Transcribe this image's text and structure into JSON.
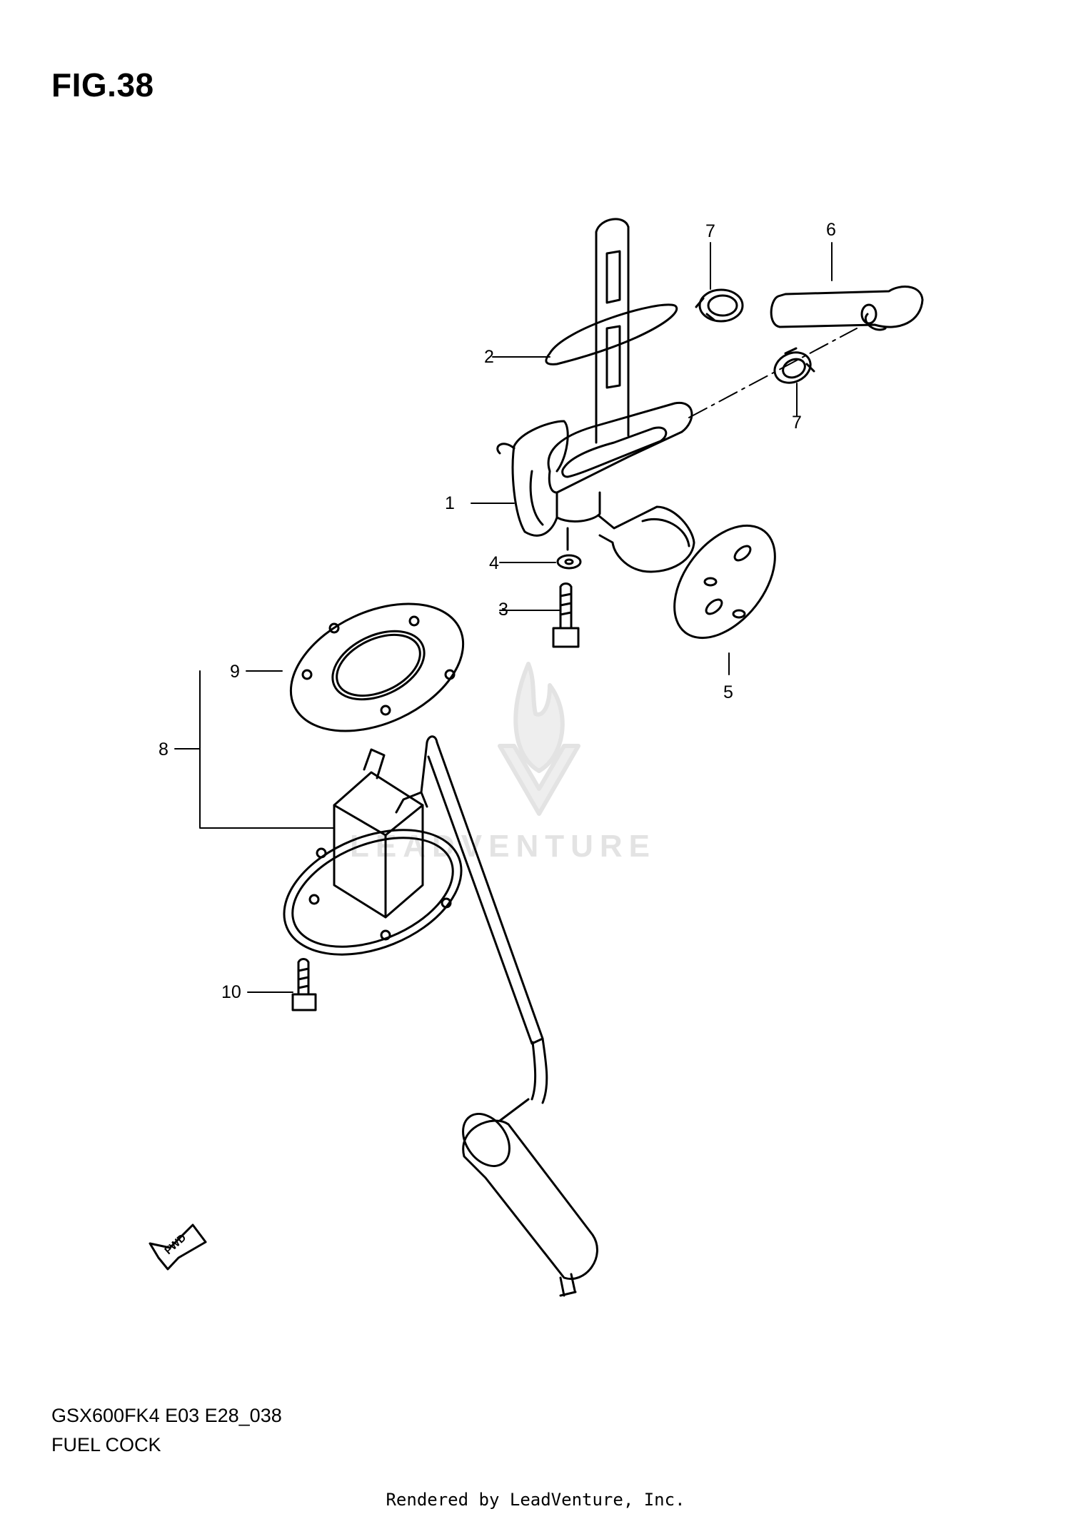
{
  "figure": {
    "title": "FIG.38",
    "model_code": "GSX600FK4 E03 E28_038",
    "section_name": "FUEL COCK"
  },
  "callouts": [
    {
      "id": "c1",
      "label": "1"
    },
    {
      "id": "c2",
      "label": "2"
    },
    {
      "id": "c3",
      "label": "3"
    },
    {
      "id": "c4",
      "label": "4"
    },
    {
      "id": "c5",
      "label": "5"
    },
    {
      "id": "c6",
      "label": "6"
    },
    {
      "id": "c7a",
      "label": "7"
    },
    {
      "id": "c7b",
      "label": "7"
    },
    {
      "id": "c8",
      "label": "8"
    },
    {
      "id": "c9",
      "label": "9"
    },
    {
      "id": "c10",
      "label": "10"
    }
  ],
  "direction_badge": "FWD",
  "watermark": "LEADVENTURE",
  "footer": "Rendered by LeadVenture, Inc.",
  "icons": [
    "fwd-arrow-icon",
    "leadventure-logo-icon"
  ]
}
